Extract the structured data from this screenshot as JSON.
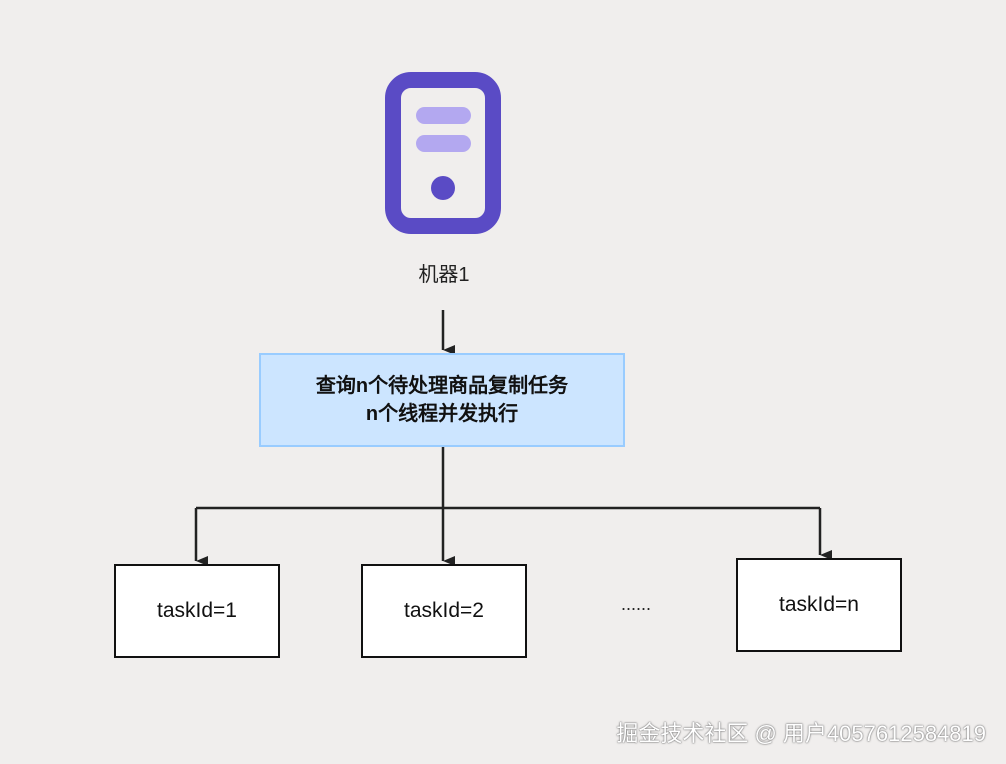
{
  "machine": {
    "label": "机器1"
  },
  "process": {
    "line1": "查询n个待处理商品复制任务",
    "line2": "n个线程并发执行"
  },
  "tasks": [
    {
      "label": "taskId=1"
    },
    {
      "label": "taskId=2"
    },
    {
      "label": "taskId=n"
    }
  ],
  "ellipsis": "......",
  "watermark": "掘金技术社区 @ 用户4057612584819",
  "colors": {
    "background": "#f0eeed",
    "server_body": "#5a4bc5",
    "server_slots": "#b3a8f0",
    "process_fill": "#cce5ff",
    "process_border": "#99ccff",
    "connector": "#222222"
  }
}
